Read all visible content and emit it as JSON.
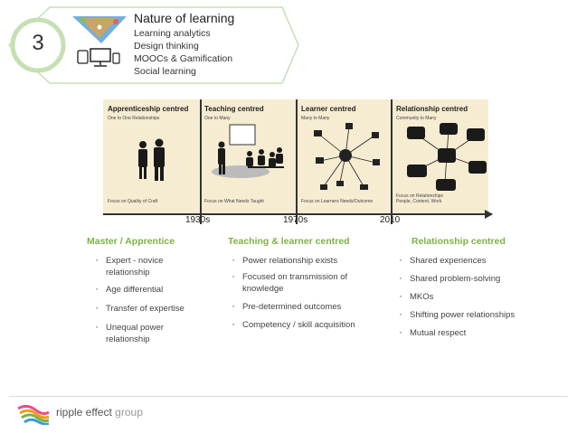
{
  "header": {
    "number": "3",
    "title": "Nature of learning",
    "items": [
      "Learning analytics",
      "Design thinking",
      "MOOCs & Gamification",
      "Social learning"
    ]
  },
  "timeline": {
    "columns": [
      {
        "title": "Apprenticeship centred",
        "subtitle": "One to One Relationships",
        "focus": [
          "Focus on Quality of Craft"
        ]
      },
      {
        "title": "Teaching centred",
        "subtitle": "One to Many",
        "focus": [
          "Focus on What Needs Taught"
        ]
      },
      {
        "title": "Learner centred",
        "subtitle": "Many to Many",
        "focus": [
          "Focus on Learners Needs/Outcome"
        ]
      },
      {
        "title": "Relationship centred",
        "subtitle": "Community to Many",
        "focus": [
          "Focus on Relationships",
          "People, Content, Work"
        ]
      }
    ],
    "years": [
      "1930s",
      "1970s",
      "2010"
    ]
  },
  "sections": [
    {
      "title": "Master / Apprentice",
      "bullets": [
        "Expert - novice relationship",
        "Age differential",
        "Transfer of expertise",
        "Unequal power relationship"
      ]
    },
    {
      "title": "Teaching & learner centred",
      "bullets": [
        "Power relationship exists",
        "Focused on transmission of knowledge",
        "Pre-determined  outcomes",
        "Competency / skill acquisition"
      ]
    },
    {
      "title": "Relationship centred",
      "bullets": [
        "Shared experiences",
        "Shared problem-solving",
        "MKOs",
        "Shifting power relationships",
        "Mutual respect"
      ]
    }
  ],
  "footer": {
    "brand": "ripple effect",
    "brand_suffix": "group"
  },
  "colors": {
    "accent_green": "#7cb342",
    "panel_bg": "#f6ecd2",
    "banner_border": "#c5e0b3"
  }
}
